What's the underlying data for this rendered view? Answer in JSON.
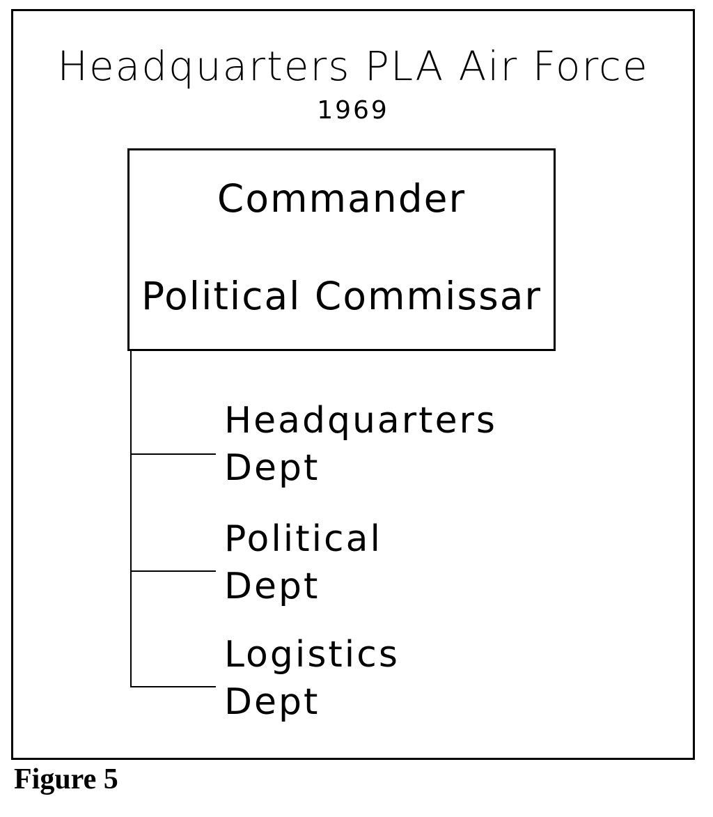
{
  "diagram": {
    "title": "Headquarters PLA Air Force",
    "year": "1969",
    "command": {
      "line1": "Commander",
      "line2": "Political Commissar"
    },
    "departments": [
      {
        "line1": "Headquarters",
        "line2": "Dept"
      },
      {
        "line1": "Political",
        "line2": "Dept"
      },
      {
        "line1": "Logistics",
        "line2": "Dept"
      }
    ]
  },
  "caption": "Figure 5"
}
